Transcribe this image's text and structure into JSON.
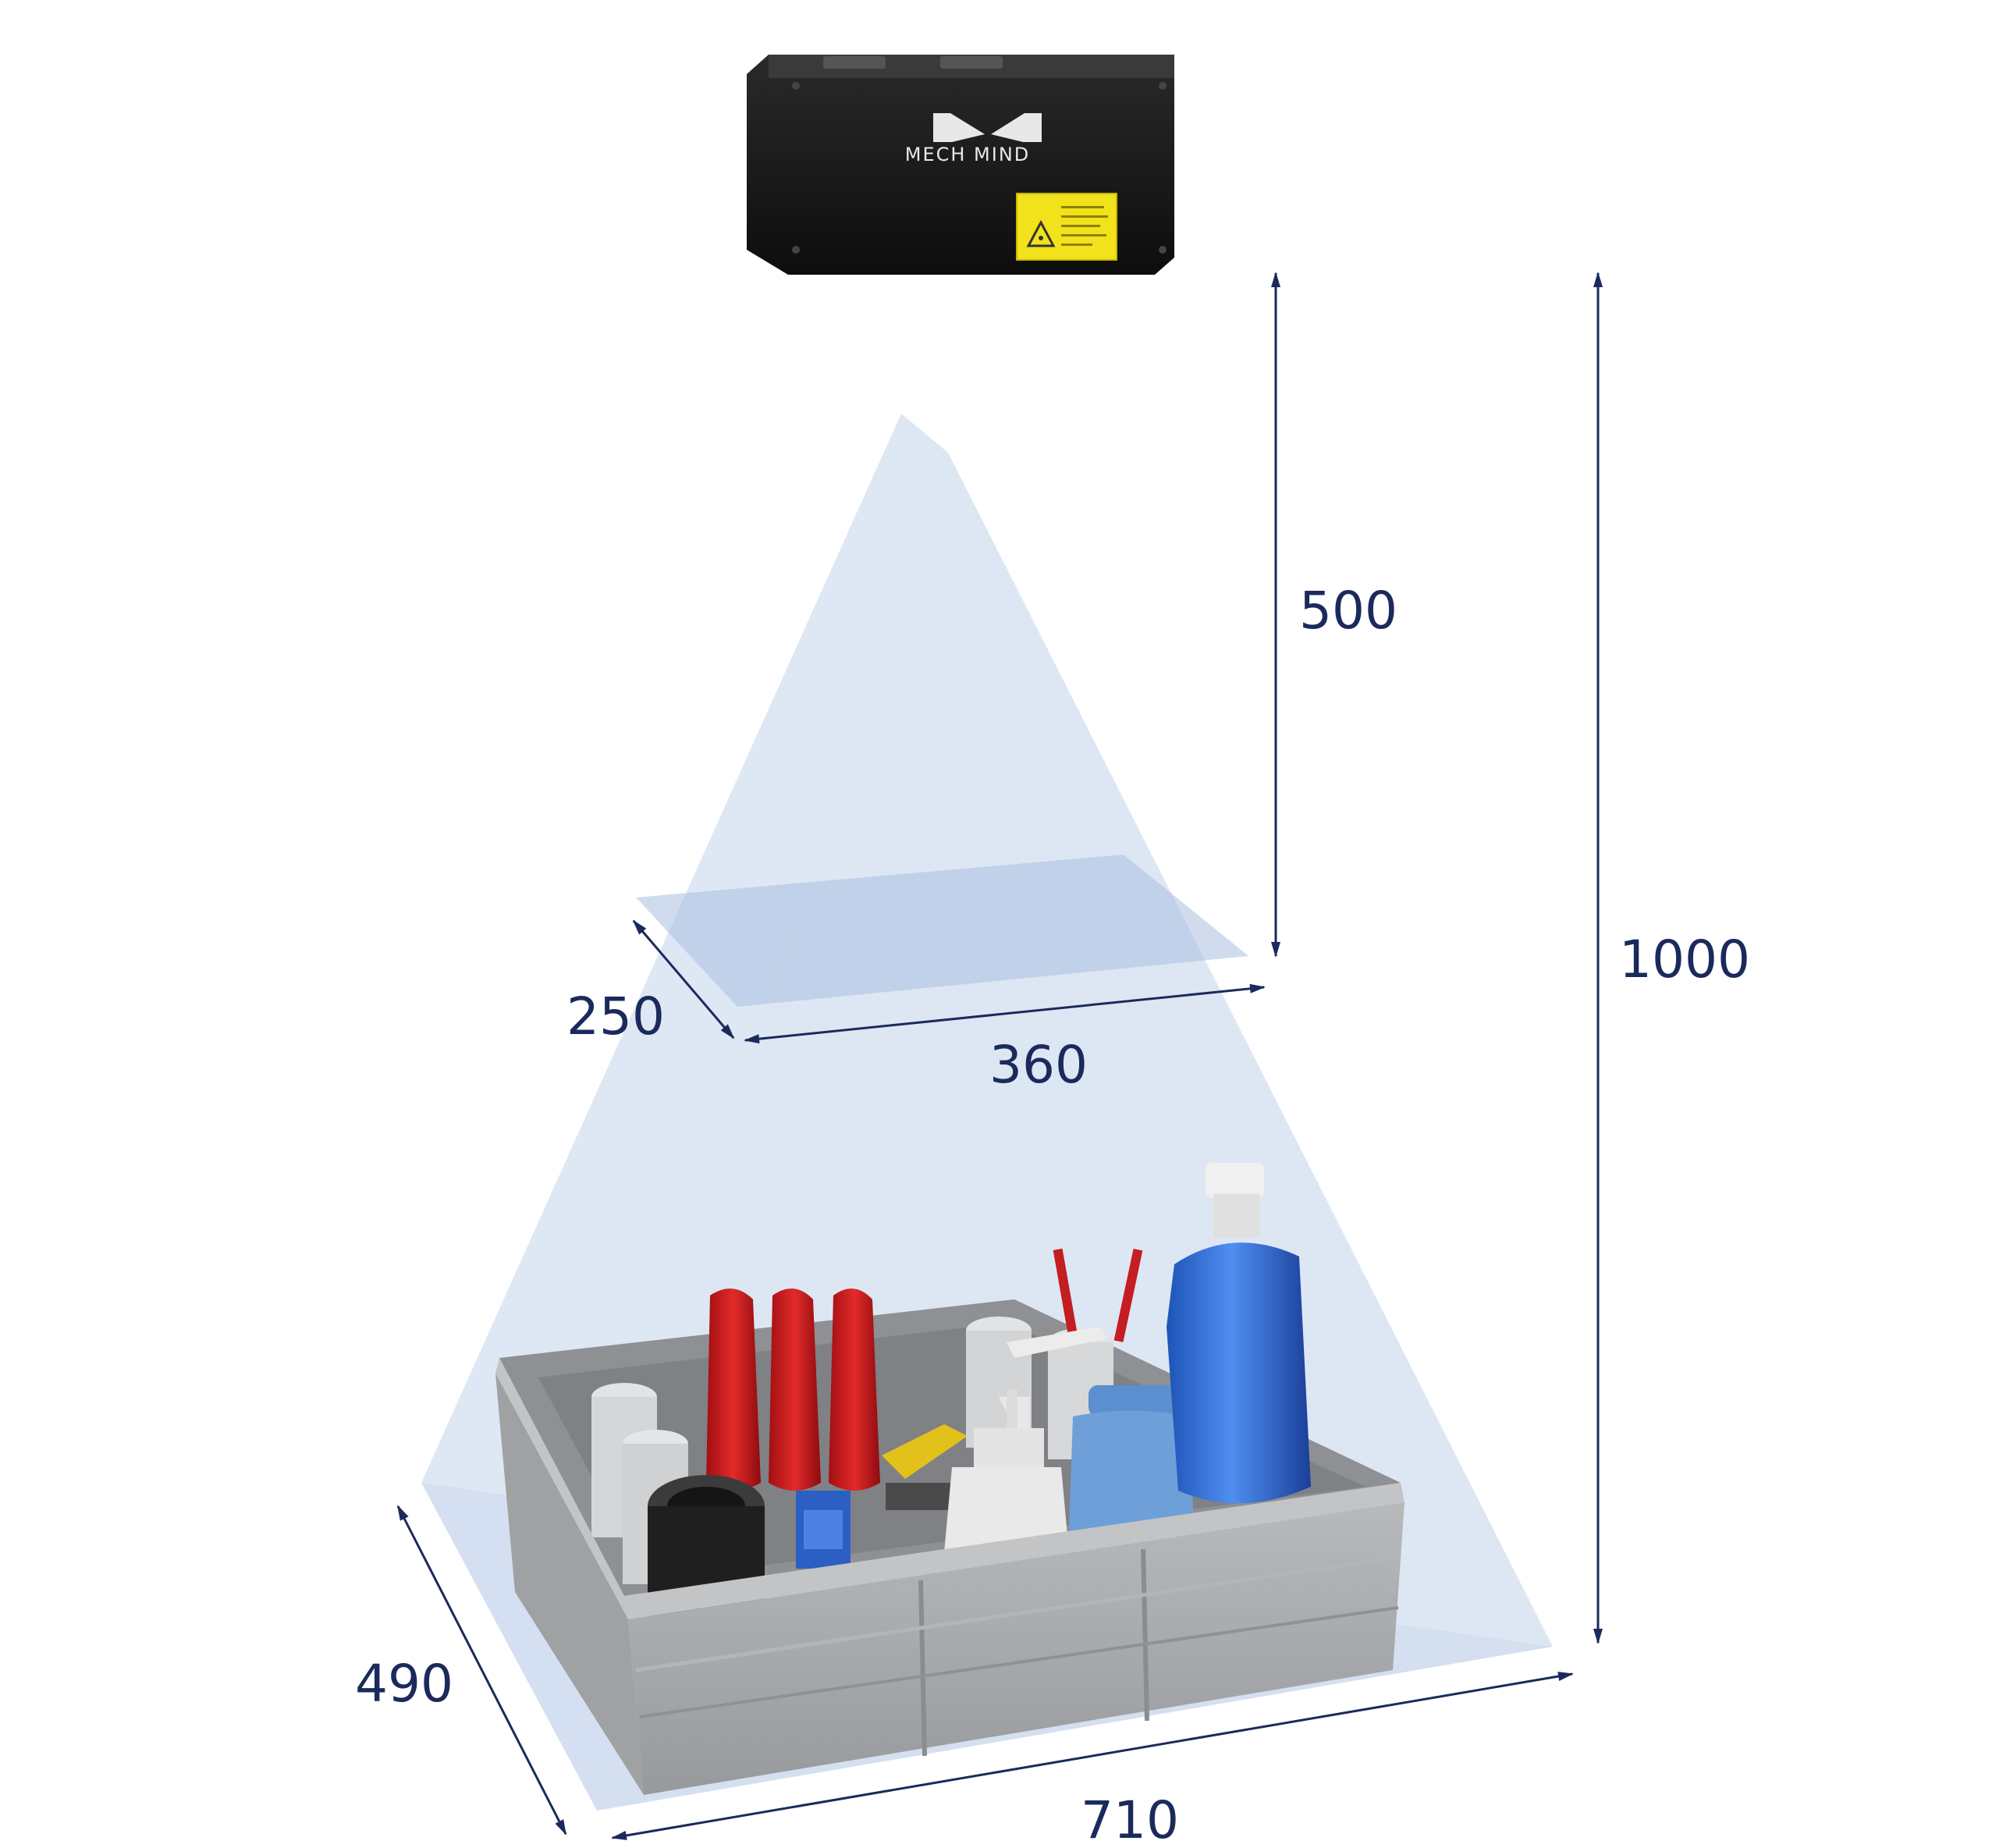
{
  "camera": {
    "brand": "MECH MIND",
    "label_color": "#f1e21b",
    "body_color": "#141414"
  },
  "dimensions": {
    "near_distance": "500",
    "far_distance": "1000",
    "near_depth": "250",
    "near_width": "360",
    "far_depth": "490",
    "far_width": "710"
  },
  "colors": {
    "dimension_line": "#1b2a5c",
    "fov_fill": "#b9cbe6",
    "bin": "#a7a9ab",
    "bag": "#c8181c",
    "bottle_blue": "#2d6fd4"
  }
}
